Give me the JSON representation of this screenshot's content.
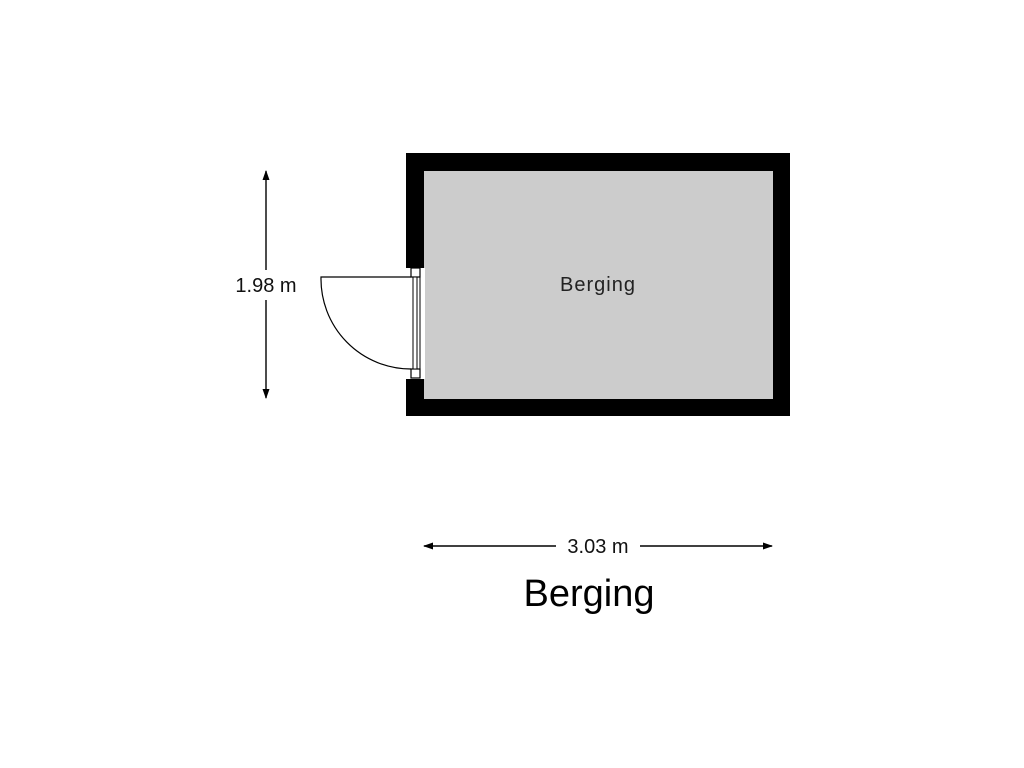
{
  "plan": {
    "title": "Berging",
    "rooms": [
      {
        "label": "Berging"
      }
    ],
    "dimensions": {
      "height": "1.98 m",
      "width": "3.03 m"
    },
    "colors": {
      "wall": "#000000",
      "floor": "#cccccc",
      "line": "#000000"
    }
  }
}
